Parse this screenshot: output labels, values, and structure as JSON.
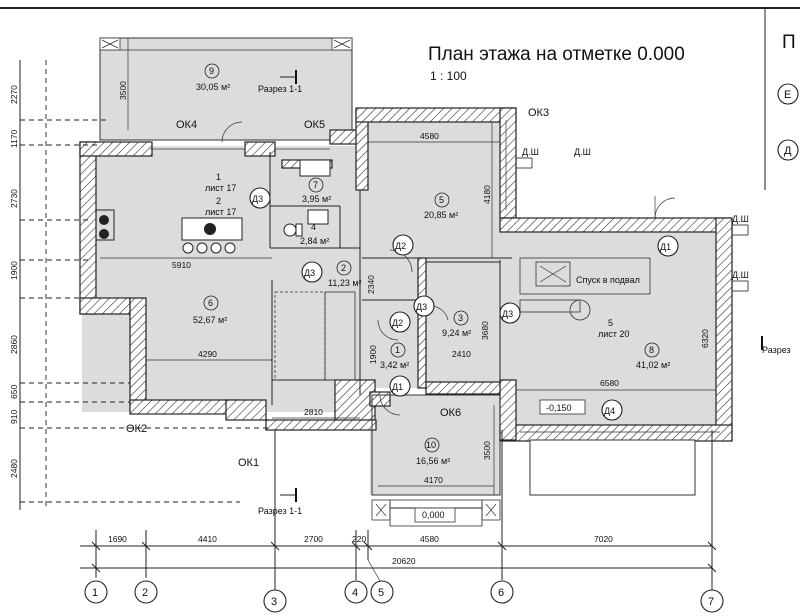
{
  "header": {
    "title": "План этажа на отметке 0.000",
    "scale": "1 : 100",
    "right_title_fragment": "П"
  },
  "rooms": [
    {
      "num": "9",
      "area": "30,05 м²"
    },
    {
      "num": "1",
      "sheet": "лист 17"
    },
    {
      "num": "2",
      "sheet": "лист 17"
    },
    {
      "num": "7",
      "area": "3,95 м²"
    },
    {
      "num": "4",
      "area": "2,84 м²"
    },
    {
      "num": "5",
      "area": "20,85 м²"
    },
    {
      "num": "2",
      "area": "11,23 м²"
    },
    {
      "num": "6",
      "area": "52,67 м²"
    },
    {
      "num": "3",
      "area": "9,24 м²"
    },
    {
      "num": "1",
      "area": "3,42 м²"
    },
    {
      "num": "8",
      "area": "41,02 м²"
    },
    {
      "num": "5",
      "sheet": "лист 20"
    },
    {
      "num": "10",
      "area": "16,56 м²"
    }
  ],
  "windows": [
    "ОК4",
    "ОК5",
    "ОК3",
    "ОК2",
    "ОК1",
    "ОК6"
  ],
  "doors": [
    "Д3",
    "Д2",
    "Д3",
    "Д2",
    "Д3",
    "Д1",
    "Д3",
    "Д1",
    "Д4"
  ],
  "shafts": [
    "Д.Ш",
    "Д.Ш",
    "Д.Ш",
    "Д.Ш"
  ],
  "section_labels": [
    "Разрез 1-1",
    "Разрез 1-1",
    "Разрез"
  ],
  "basement_label": "Спуск в подвал",
  "levels": [
    "-0,150",
    "0,000"
  ],
  "inner_dims": [
    "4580",
    "4180",
    "5910",
    "2340",
    "4290",
    "3680",
    "2410",
    "1900",
    "6320",
    "6580",
    "2810",
    "3500",
    "4170"
  ],
  "bottom_dims": [
    "1690",
    "4410",
    "2700",
    "220",
    "4580",
    "7020"
  ],
  "total_dim": "20620",
  "left_dims": [
    "2270",
    "1170",
    "2730",
    "1900",
    "2860",
    "650",
    "910",
    "2480"
  ],
  "top_left_dim": "3500",
  "axes": [
    "1",
    "2",
    "3",
    "4",
    "5",
    "6",
    "7"
  ],
  "right_side_markers": [
    "Е",
    "Д"
  ]
}
